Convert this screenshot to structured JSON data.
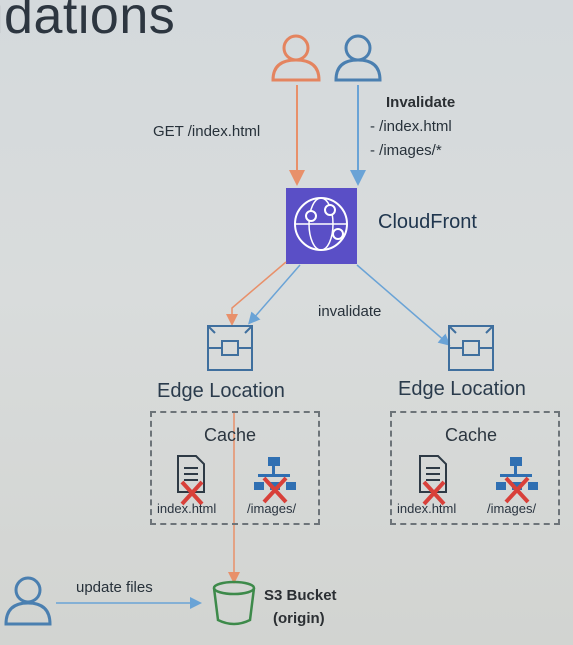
{
  "title": "idations",
  "get_request": "GET /index.html",
  "invalidate": {
    "heading": "Invalidate",
    "paths": [
      "- /index.html",
      "- /images/*"
    ]
  },
  "cloudfront": {
    "label": "CloudFront"
  },
  "invalidate_edge_label": "invalidate",
  "edges": [
    {
      "label": "Edge Location",
      "cache": {
        "label": "Cache",
        "files": [
          "index.html",
          "/images/"
        ]
      }
    },
    {
      "label": "Edge Location",
      "cache": {
        "label": "Cache",
        "files": [
          "index.html",
          "/images/"
        ]
      }
    }
  ],
  "s3": {
    "label_line1": "S3 Bucket",
    "label_line2": "(origin)"
  },
  "update_files": "update files",
  "colors": {
    "user_orange": "#e4845f",
    "user_blue": "#4a7fb0",
    "cloudfront": "#5a4fc6",
    "arrow_blue": "#6aa3d6",
    "arrow_orange": "#e8906a",
    "edge_icon": "#3f6f9e",
    "s3_green": "#3d8a4a",
    "x_red": "#d8403a"
  }
}
